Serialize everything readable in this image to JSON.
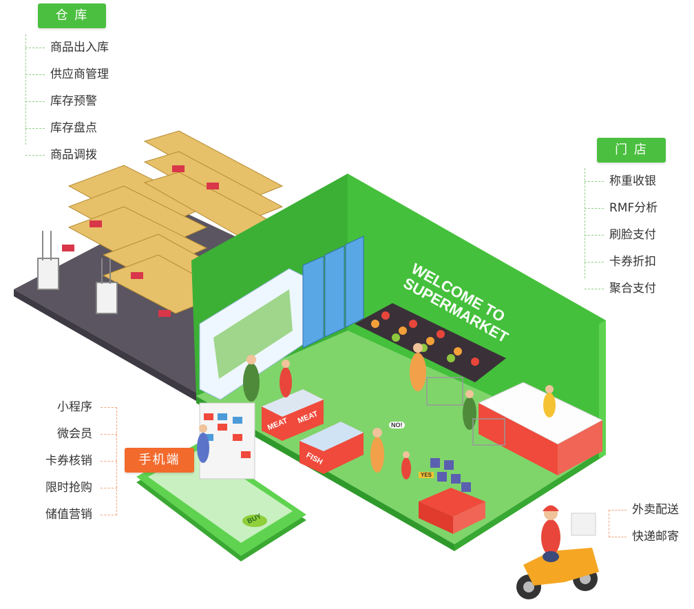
{
  "warehouse": {
    "title": "仓 库",
    "items": [
      "商品出入库",
      "供应商管理",
      "库存预警",
      "库存盘点",
      "商品调拨"
    ]
  },
  "store": {
    "title": "门 店",
    "items": [
      "称重收银",
      "RMF分析",
      "刷脸支付",
      "卡券折扣",
      "聚合支付"
    ]
  },
  "mobile": {
    "title": "手机端",
    "items": [
      "小程序",
      "微会员",
      "卡券核销",
      "限时抢购",
      "储值营销"
    ]
  },
  "delivery": {
    "items": [
      "外卖配送",
      "快递邮寄"
    ]
  },
  "signage": {
    "welcome_line1": "WELCOME TO",
    "welcome_line2": "SUPERMARKET",
    "meat": "MEAT",
    "meat2": "MEAT",
    "fish": "FISH",
    "buy": "BUY",
    "no": "NO!",
    "yes": "YES"
  },
  "colors": {
    "green": "#4bbf3f",
    "orange": "#f26a2c",
    "floor": "#7fd56a",
    "wall": "#3cb035"
  }
}
